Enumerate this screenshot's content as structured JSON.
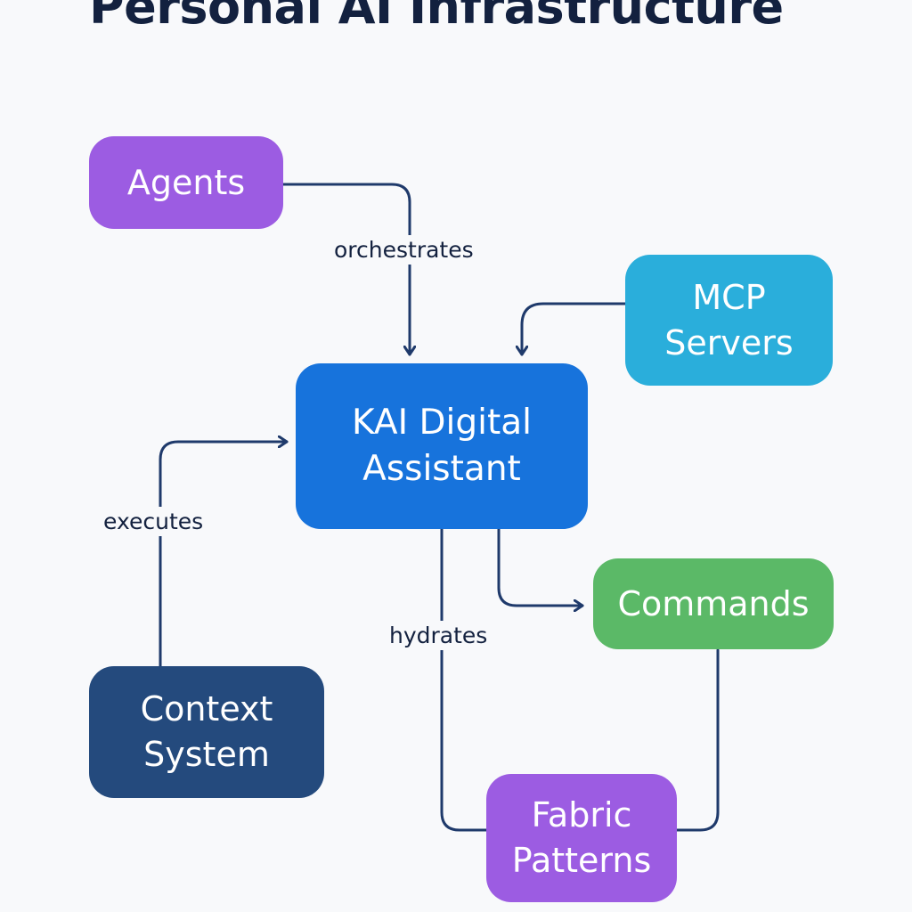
{
  "title": "Personal AI Infrastructure",
  "colors": {
    "purple": "#9c5ce2",
    "cyan": "#2aaedb",
    "blue": "#1773dc",
    "green": "#5bb967",
    "navy": "#244a7d",
    "edge": "#1f3a6b"
  },
  "nodes": {
    "agents": {
      "line1": "Agents"
    },
    "mcp": {
      "line1": "MCP",
      "line2": "Servers"
    },
    "kai": {
      "line1": "KAI Digital",
      "line2": "Assistant"
    },
    "commands": {
      "line1": "Commands"
    },
    "context": {
      "line1": "Context",
      "line2": "System"
    },
    "fabric": {
      "line1": "Fabric",
      "line2": "Patterns"
    }
  },
  "edges": {
    "orchestrates": "orchestrates",
    "executes": "executes",
    "hydrates": "hydrates"
  }
}
